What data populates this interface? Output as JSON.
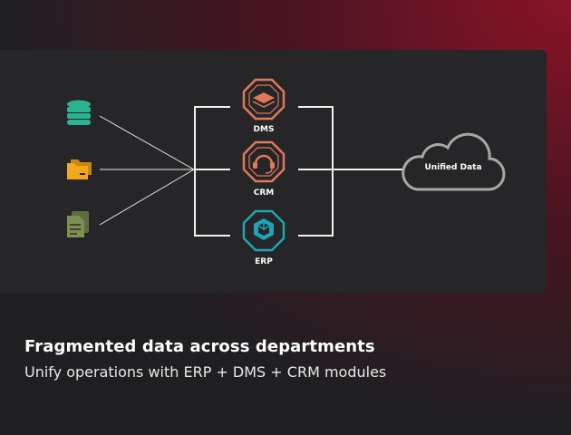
{
  "diagram": {
    "modules": [
      {
        "label": "DMS",
        "color": "#e0785a"
      },
      {
        "label": "CRM",
        "color": "#e0785a"
      },
      {
        "label": "ERP",
        "color": "#1fa3b5"
      }
    ],
    "target_label": "Unified Data",
    "source_icons": [
      {
        "name": "database-icon",
        "color": "#2bb38f"
      },
      {
        "name": "folders-icon",
        "color": "#f2a81d"
      },
      {
        "name": "documents-icon",
        "color": "#7d8f55"
      }
    ]
  },
  "caption": {
    "title": "Fragmented data across departments",
    "subtitle": "Unify operations with ERP + DMS + CRM modules"
  }
}
